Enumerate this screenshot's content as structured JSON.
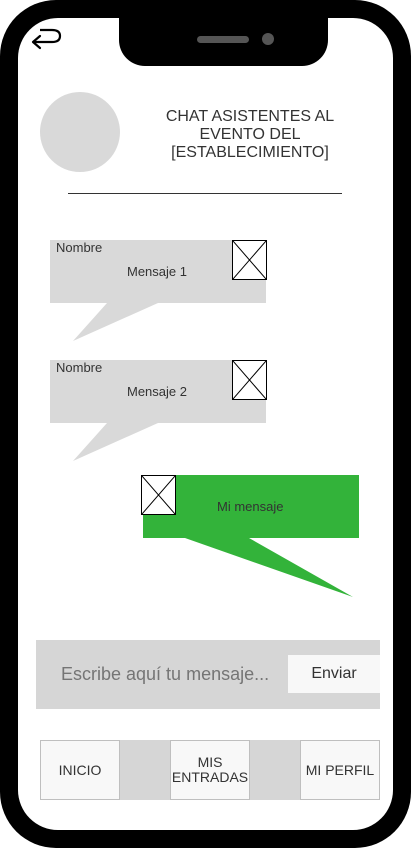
{
  "header": {
    "title_lines": [
      "CHAT ASISTENTES AL",
      "EVENTO DEL",
      "[ESTABLECIMIENTO]"
    ]
  },
  "messages": [
    {
      "sender": "Nombre",
      "text": "Mensaje 1"
    },
    {
      "sender": "Nombre",
      "text": "Mensaje 2"
    },
    {
      "sender": "",
      "text": "Mi mensaje"
    }
  ],
  "composer": {
    "placeholder": "Escribe aquí tu mensaje...",
    "send_label": "Enviar"
  },
  "nav": {
    "items": [
      {
        "label": "INICIO"
      },
      {
        "label": "MIS ENTRADAS"
      },
      {
        "label": "MI PERFIL"
      }
    ]
  },
  "colors": {
    "incoming_bubble": "#d9d9d9",
    "own_bubble": "#33b33a",
    "frame": "#000000"
  }
}
